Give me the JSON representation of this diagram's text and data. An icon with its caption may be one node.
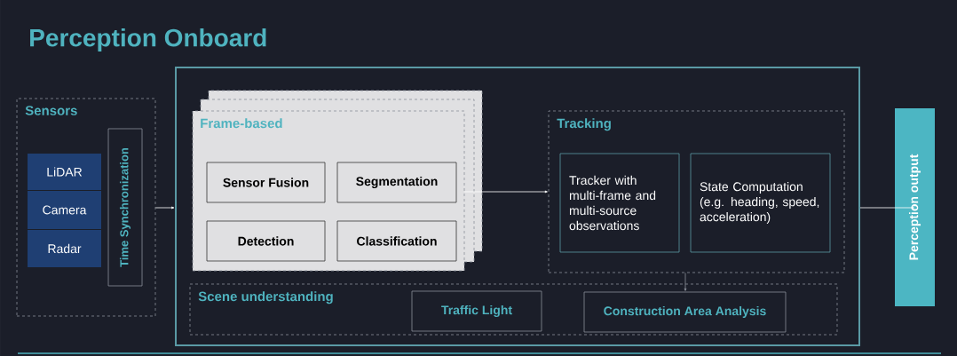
{
  "diagram": {
    "title": "Perception Onboard",
    "nodes": [
      {
        "text": [
          "Sensors"
        ]
      },
      {
        "text": [
          "LiDAR"
        ],
        "in": 0
      },
      {
        "text": [
          "Camera"
        ],
        "in": 0
      },
      {
        "text": [
          "Radar"
        ],
        "in": 0
      },
      {
        "text": [
          "Time Synchronization"
        ],
        "in": 0
      },
      {
        "text": [],
        "shape": "box"
      },
      {
        "text": [
          "Frame-based"
        ],
        "in": 5
      },
      {
        "text": [
          "Sensor Fusion"
        ],
        "in": 6
      },
      {
        "text": [
          "Segmentation"
        ],
        "in": 6
      },
      {
        "text": [
          "Detection"
        ],
        "in": 6
      },
      {
        "text": [
          "Classification"
        ],
        "in": 6
      },
      {
        "text": [
          "Tracking"
        ],
        "in": 5
      },
      {
        "text": [
          "Tracker with multi-frame and multi-source observations"
        ],
        "in": 11
      },
      {
        "text": [
          "State Computation (e.g. heading, speed, acceleration)"
        ],
        "in": 11
      },
      {
        "text": [
          "Scene understanding"
        ],
        "in": 5
      },
      {
        "text": [
          "Traffic Light"
        ],
        "in": 14
      },
      {
        "text": [
          "Construction Area Analysis"
        ],
        "in": 14
      },
      {
        "text": [
          "Perception output"
        ]
      }
    ],
    "edges": [
      {
        "from": 0,
        "to": 5,
        "arrow": "to"
      },
      {
        "from": 6,
        "to": 11,
        "arrow": "to"
      },
      {
        "from": 11,
        "to": 16,
        "arrow": "to",
        "color": "#8a8f99"
      },
      {
        "from": 5,
        "to": 17,
        "arrow": "to"
      }
    ]
  }
}
